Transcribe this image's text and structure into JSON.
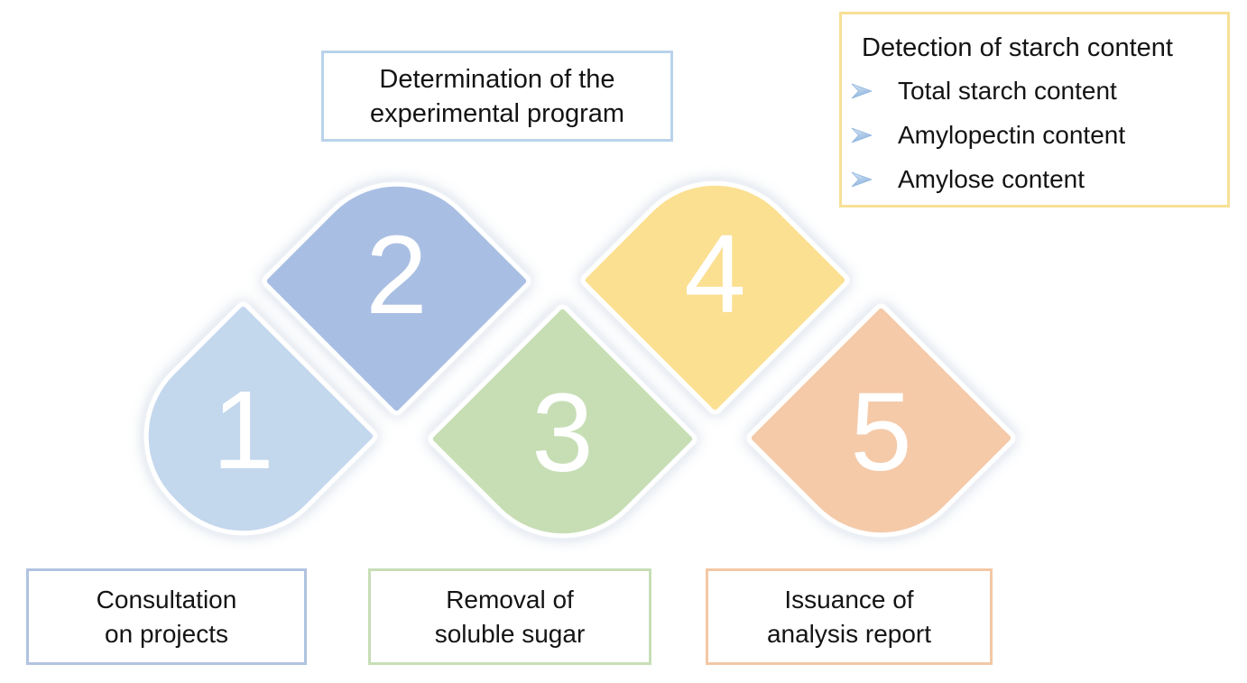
{
  "diagram": {
    "background": "#ffffff",
    "shape_stroke": "#ffffff",
    "number_color": "#ffffff",
    "text_color": "#141414",
    "steps": [
      {
        "number": "1",
        "fill": "#c3d7ed"
      },
      {
        "number": "2",
        "fill": "#a9bee3"
      },
      {
        "number": "3",
        "fill": "#c7deb5"
      },
      {
        "number": "4",
        "fill": "#fbe092"
      },
      {
        "number": "5",
        "fill": "#f5caa9"
      }
    ],
    "callouts": {
      "experimental_program": {
        "lines": [
          "Determination of the",
          "experimental program"
        ],
        "border": "#b9d3ea"
      },
      "starch_detection": {
        "title": "Detection of starch content",
        "items": [
          "Total starch content",
          "Amylopectin content",
          "Amylose content"
        ],
        "border": "#f7e096",
        "bullet_color": "#a6c4e6"
      },
      "consultation": {
        "lines": [
          "Consultation",
          "on projects"
        ],
        "border": "#b1c3e1"
      },
      "soluble_sugar": {
        "lines": [
          "Removal of",
          "soluble sugar"
        ],
        "border": "#c7deb7"
      },
      "analysis_report": {
        "lines": [
          "Issuance of",
          "analysis report"
        ],
        "border": "#f3c8a5"
      }
    }
  }
}
